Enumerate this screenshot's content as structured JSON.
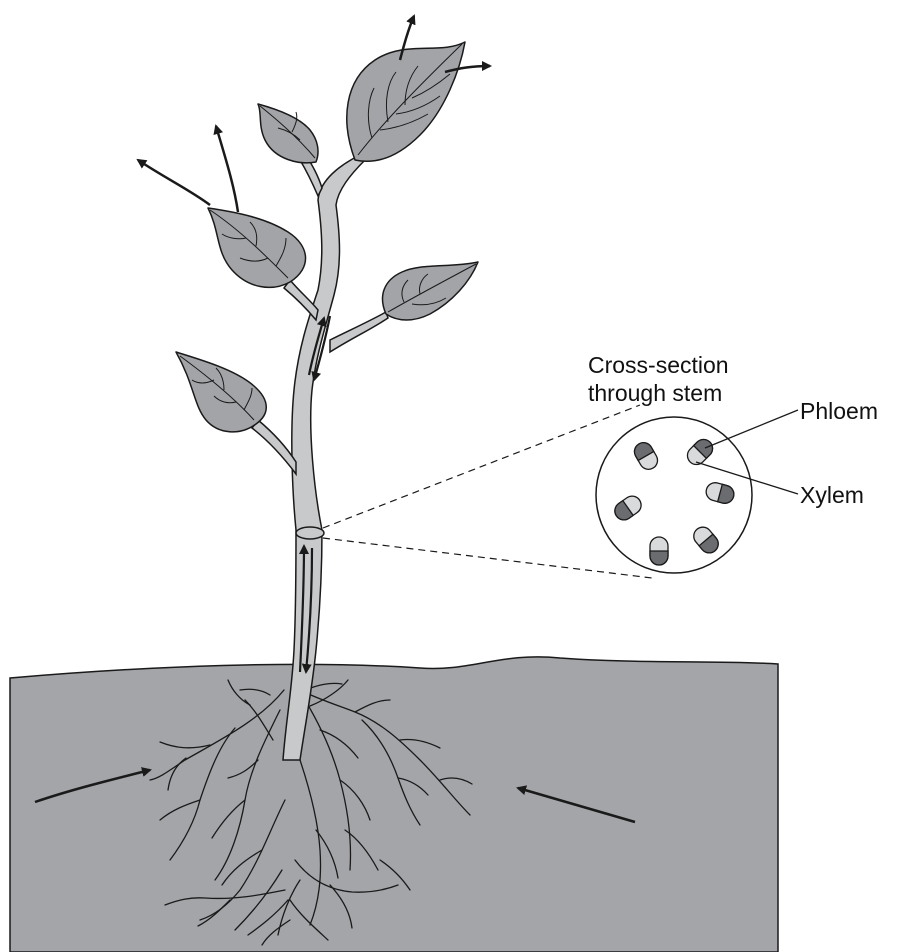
{
  "labels": {
    "cross_section_line1": "Cross-section",
    "cross_section_line2": "through stem",
    "phloem": "Phloem",
    "xylem": "Xylem"
  },
  "colors": {
    "soil": "#a3a5a8",
    "leaf": "#a2a4a7",
    "stem": "#c8c9cb",
    "phloem": "#6a6c70",
    "xylem": "#d9dadc",
    "outline": "#1a1a1a"
  }
}
